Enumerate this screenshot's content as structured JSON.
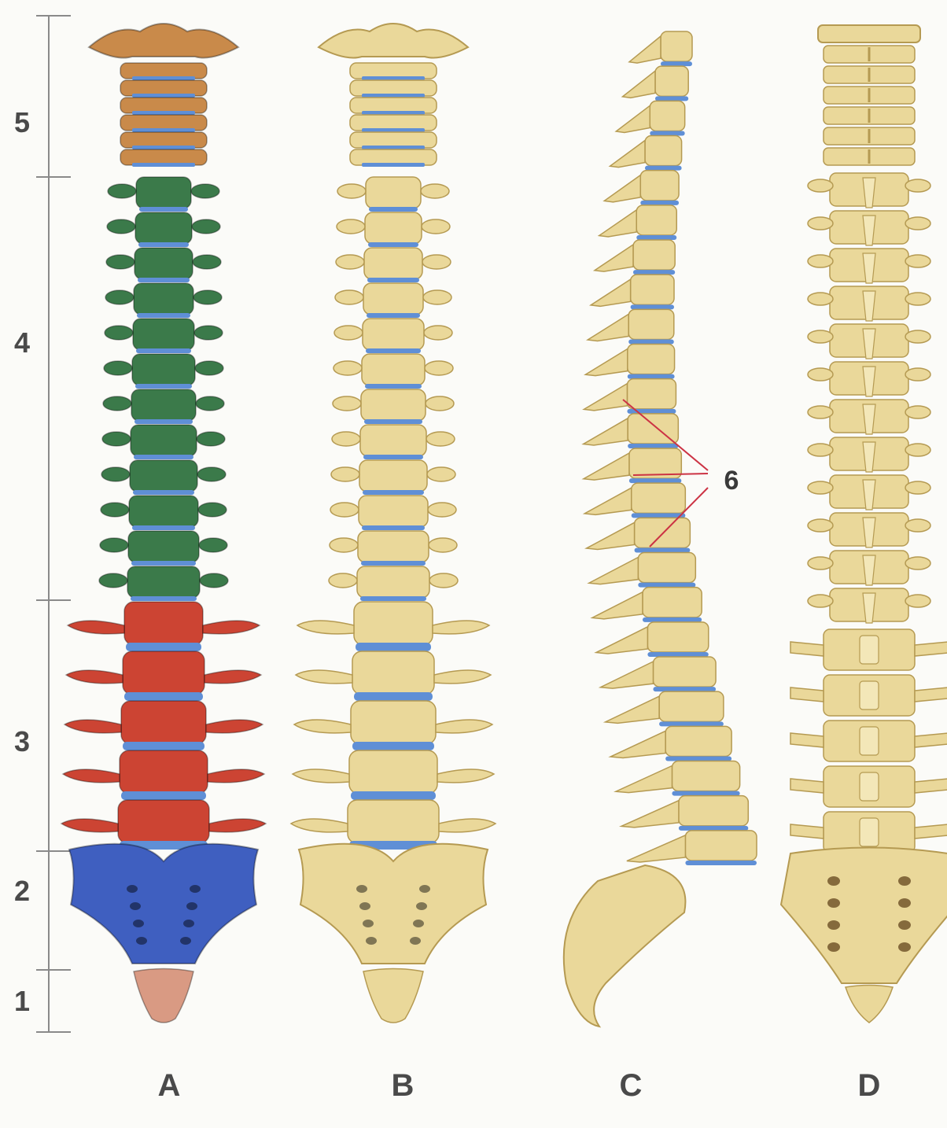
{
  "segment_labels": [
    "1",
    "2",
    "3",
    "4",
    "5"
  ],
  "view_labels": [
    "A",
    "B",
    "C",
    "D"
  ],
  "annotation_label": "6",
  "colors": {
    "coccyx": "#d99a83",
    "sacral": "#3f5fc0",
    "lumbar": "#cc4433",
    "thoracic": "#3b7a4a",
    "cervical": "#c98a4a",
    "bone": "#ead89a",
    "bone_shadow": "#b59a52",
    "disc": "#5f8fd6",
    "leader": "#cc3344"
  }
}
